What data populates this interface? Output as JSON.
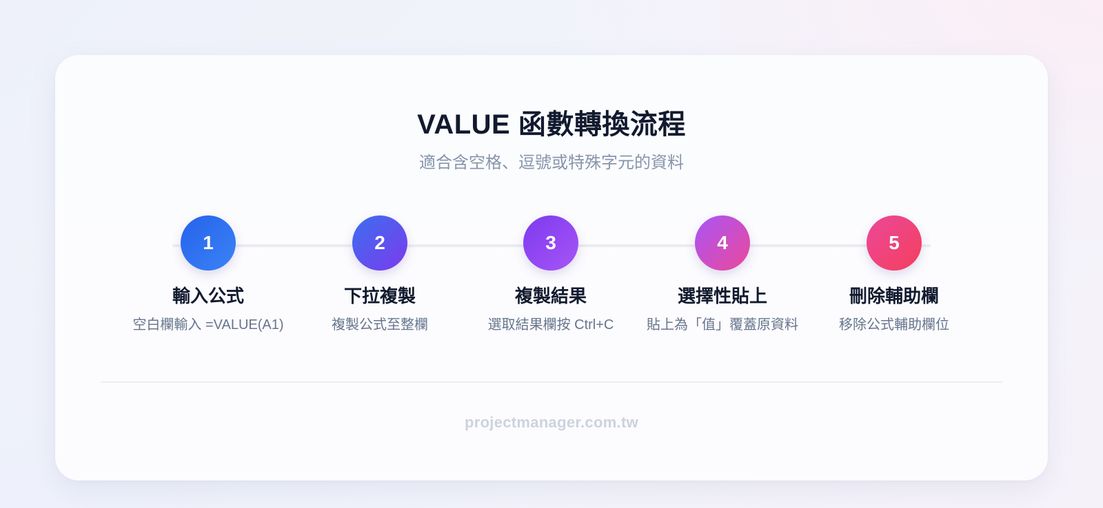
{
  "header": {
    "title": "VALUE 函數轉換流程",
    "subtitle": "適合含空格、逗號或特殊字元的資料"
  },
  "steps": [
    {
      "number": "1",
      "title": "輸入公式",
      "description": "空白欄輸入 =VALUE(A1)",
      "gradient_from": "#2563eb",
      "gradient_to": "#3b82f6"
    },
    {
      "number": "2",
      "title": "下拉複製",
      "description": "複製公式至整欄",
      "gradient_from": "#3b6ff0",
      "gradient_to": "#7c3aed"
    },
    {
      "number": "3",
      "title": "複製結果",
      "description": "選取結果欄按 Ctrl+C",
      "gradient_from": "#7c3aed",
      "gradient_to": "#a855f7"
    },
    {
      "number": "4",
      "title": "選擇性貼上",
      "description": "貼上為「值」覆蓋原資料",
      "gradient_from": "#a855f7",
      "gradient_to": "#ec4899"
    },
    {
      "number": "5",
      "title": "刪除輔助欄",
      "description": "移除公式輔助欄位",
      "gradient_from": "#ec4899",
      "gradient_to": "#f43f5e"
    }
  ],
  "footer": {
    "text": "projectmanager.com.tw"
  }
}
